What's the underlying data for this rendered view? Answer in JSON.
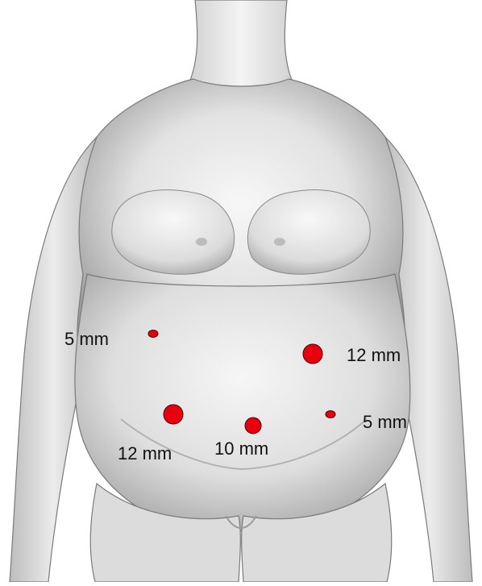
{
  "ports": [
    {
      "label": "5 mm"
    },
    {
      "label": "12 mm"
    },
    {
      "label": "12 mm"
    },
    {
      "label": "10 mm"
    },
    {
      "label": "5 mm"
    }
  ],
  "colors": {
    "port_fill": "#e8000f",
    "port_stroke": "#4a0000",
    "skin": "#e6e6e6",
    "skin_shadow": "#9a9a9a",
    "outline": "#6f6f6f",
    "background": "#ffffff"
  }
}
